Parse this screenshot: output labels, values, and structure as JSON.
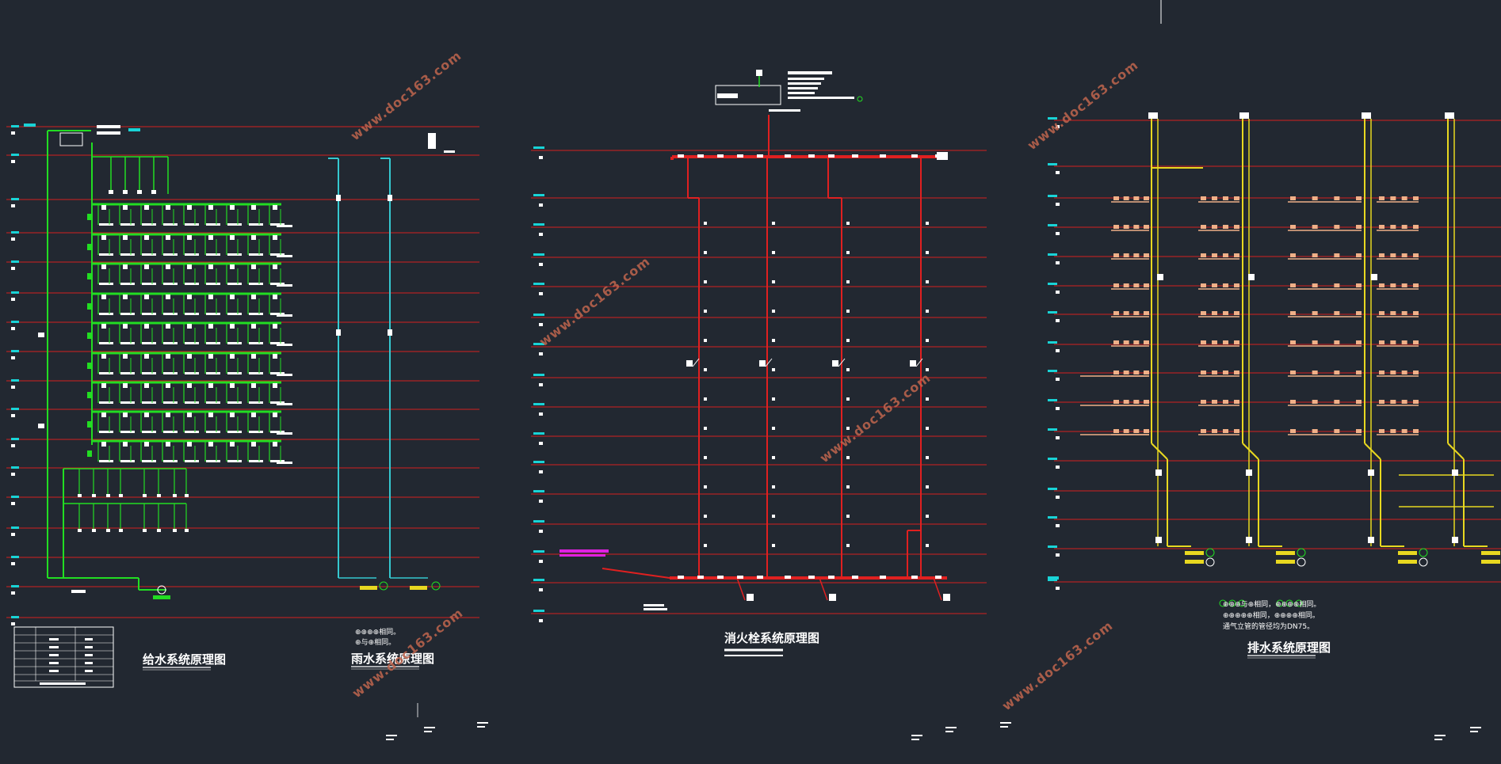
{
  "titles": {
    "water_supply": "给水系统原理图",
    "rainwater": "雨水系统原理图",
    "fire_hydrant": "消火栓系统原理图",
    "drainage": "排水系统原理图"
  },
  "notes": {
    "rain_line1": "⊕⊕⊕⊕相同。",
    "rain_line2": "⊕与⊕相同。",
    "drain_line1": "⊕⊕⊕与⊕相同，⊕⊕⊕⊕相同。",
    "drain_line2": "⊕⊕⊕⊕⊕相同，⊕⊕⊕⊕相同。",
    "drain_line3": "通气立管的管径均为DN75。"
  },
  "watermark": "www.doc163.com",
  "colors": {
    "background": "#222831",
    "floor_line": "#d42020",
    "supply_pipe": "#22dd22",
    "rain_pipe": "#35c8d0",
    "fire_pipe": "#e02020",
    "drain_pipe": "#e8d820",
    "fixture": "#f0b088",
    "label_cyan": "#19d3d6",
    "magenta": "#e020e0"
  }
}
